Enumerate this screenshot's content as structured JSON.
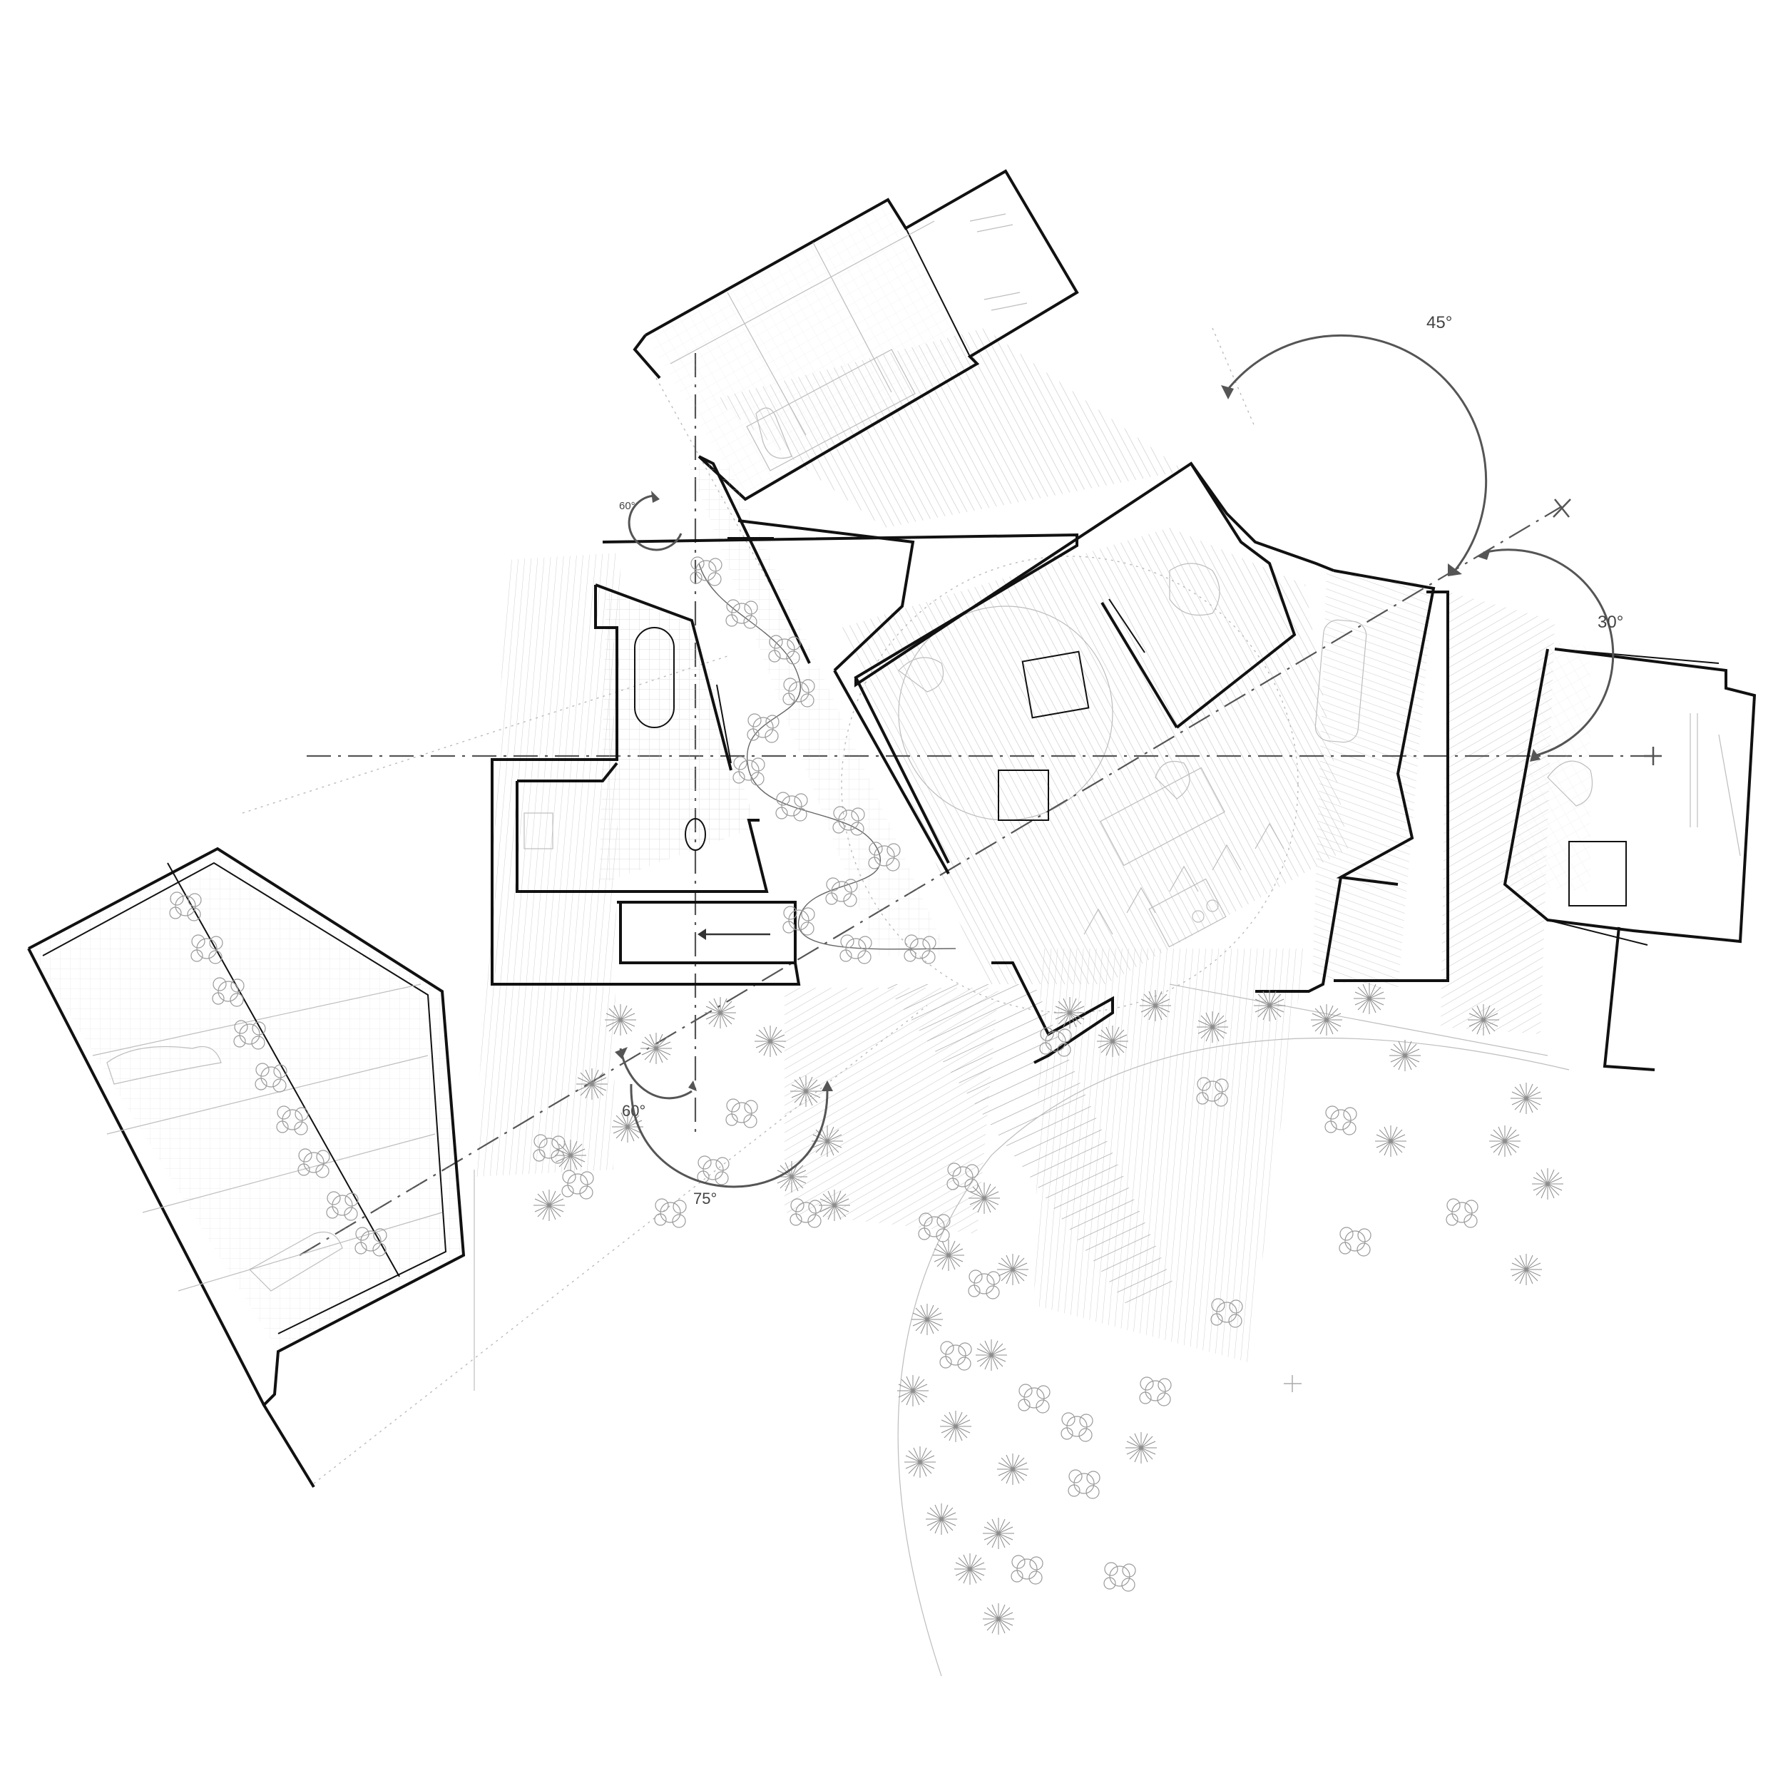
{
  "drawing": {
    "angle_labels": {
      "angle_45": "45°",
      "angle_30": "30°",
      "angle_60_small": "60°",
      "angle_60_large": "60°",
      "angle_75": "75°"
    }
  }
}
